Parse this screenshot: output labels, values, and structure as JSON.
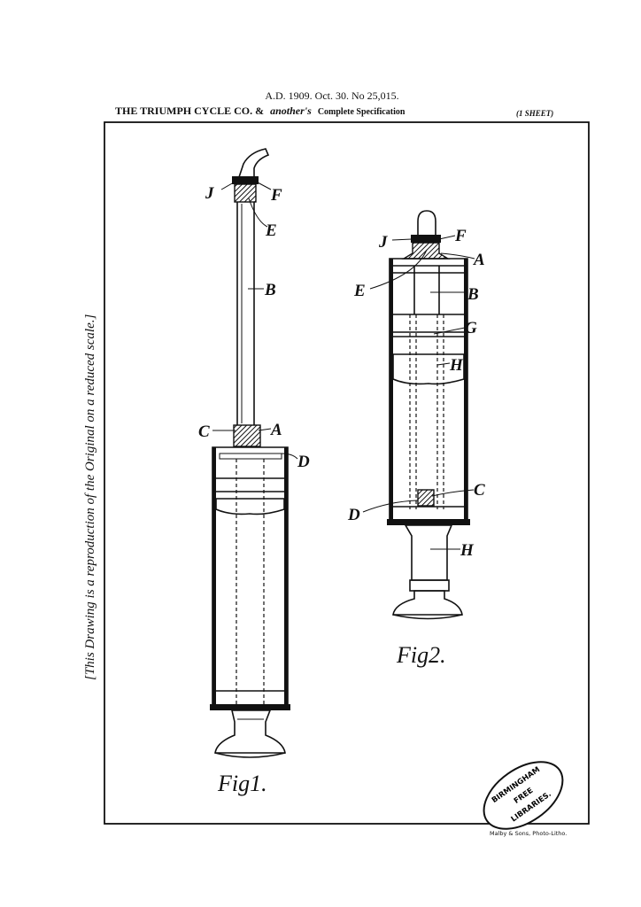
{
  "header": {
    "line1": "A.D. 1909. Oct. 30. No 25,015.",
    "line2_main": "THE TRIUMPH CYCLE CO. &",
    "line2_italic": "another's",
    "line2_end": "Complete Specification",
    "sheet": "(1 SHEET)"
  },
  "side_note": "[This Drawing is a reproduction of the Original on a reduced scale.]",
  "figures": [
    {
      "caption": "Fig1.",
      "labels": {
        "J": "J",
        "F": "F",
        "E": "E",
        "B": "B",
        "C": "C",
        "A": "A",
        "D": "D"
      }
    },
    {
      "caption": "Fig2.",
      "labels": {
        "J": "J",
        "F": "F",
        "A": "A",
        "E": "E",
        "B": "B",
        "G": "G",
        "H1": "H",
        "C": "C",
        "D": "D",
        "H2": "H"
      }
    }
  ],
  "stamp": {
    "line1": "BIRMINGHAM",
    "line2": "FREE",
    "line3": "LIBRARIES."
  },
  "printer": "Malby & Sons, Photo-Litho."
}
